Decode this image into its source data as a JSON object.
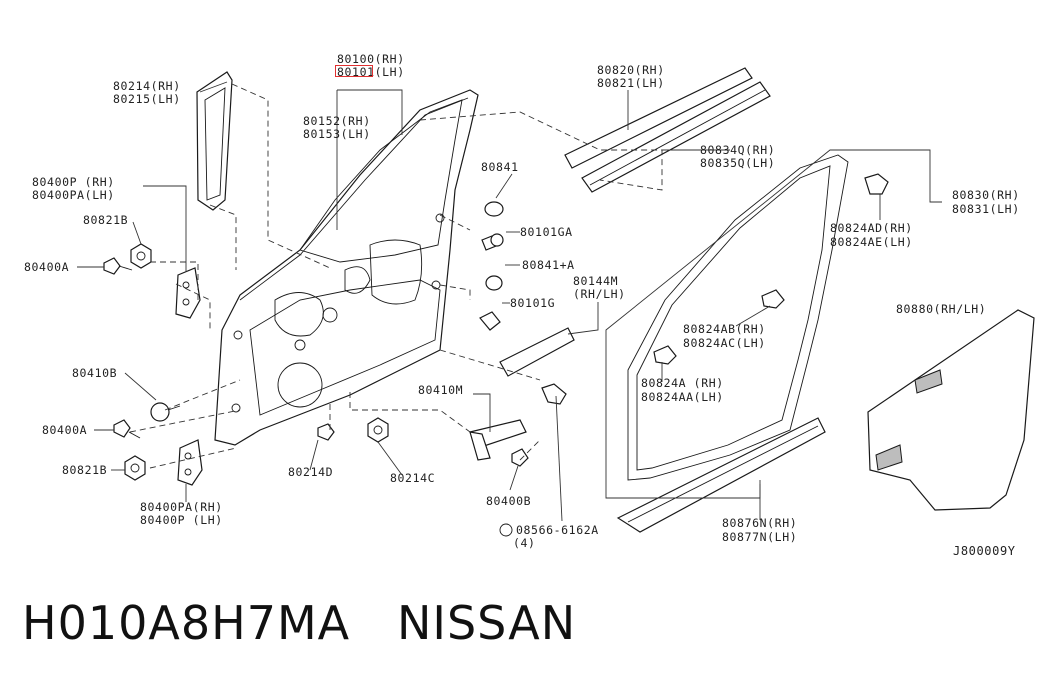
{
  "labels": {
    "p80100": "80100(RH)",
    "p80101_pre": "80101",
    "p80101_post": "(LH)",
    "p80214": "80214(RH)",
    "p80215": "80215(LH)",
    "p80152": "80152(RH)",
    "p80153": "80153(LH)",
    "p80820": "80820(RH)",
    "p80821": "80821(LH)",
    "p80834q": "80834Q(RH)",
    "p80835q": "80835Q(LH)",
    "p80841": "80841",
    "p80400p_a": "80400P (RH)",
    "p80400pa_a": "80400PA(LH)",
    "p80821b_a": "80821B",
    "p80400a_a": "80400A",
    "p80101ga": "80101GA",
    "p80841a": "80841+A",
    "p80101g": "80101G",
    "p80144m": "80144M",
    "p80144m_side": "(RH/LH)",
    "p80830": "80830(RH)",
    "p80831": "80831(LH)",
    "p80824ad": "80824AD(RH)",
    "p80824ae": "80824AE(LH)",
    "p80880": "80880(RH/LH)",
    "p80824ab": "80824AB(RH)",
    "p80824ac": "80824AC(LH)",
    "p80824a": "80824A (RH)",
    "p80824aa": "80824AA(LH)",
    "p80410b": "80410B",
    "p80410m": "80410M",
    "p80400a_b": "80400A",
    "p80821b_b": "80821B",
    "p80400pa_b": "80400PA(RH)",
    "p80400p_b": "80400P (LH)",
    "p80214d": "80214D",
    "p80214c": "80214C",
    "p80400b": "80400B",
    "p08566": "08566-6162A",
    "p08566_qty": "(4)",
    "p80876n": "80876N(RH)",
    "p80877n": "80877N(LH)",
    "diagram_code": "J800009Y"
  },
  "caption": "H010A8H7MA   NISSAN",
  "colors": {
    "highlight": "#e03030",
    "line": "#1a1a1a"
  }
}
